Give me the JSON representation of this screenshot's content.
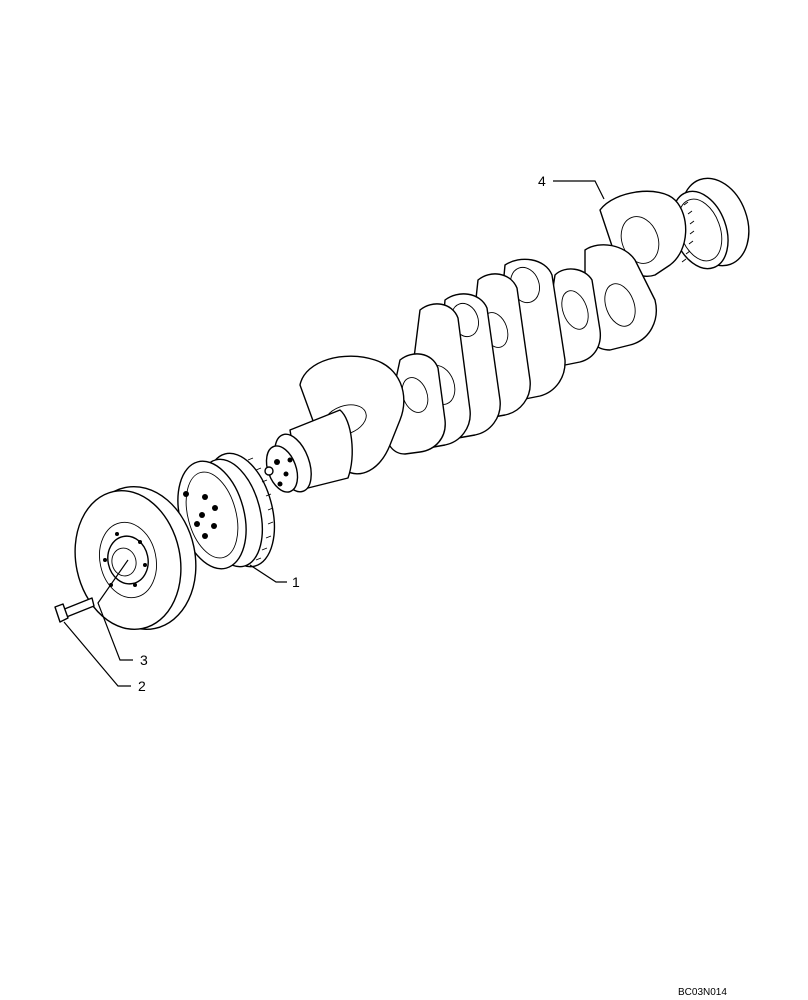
{
  "drawing": {
    "reference_code": "BC03N014"
  },
  "callouts": [
    {
      "id": "1",
      "label": "1"
    },
    {
      "id": "2",
      "label": "2"
    },
    {
      "id": "3",
      "label": "3"
    },
    {
      "id": "4",
      "label": "4"
    }
  ]
}
